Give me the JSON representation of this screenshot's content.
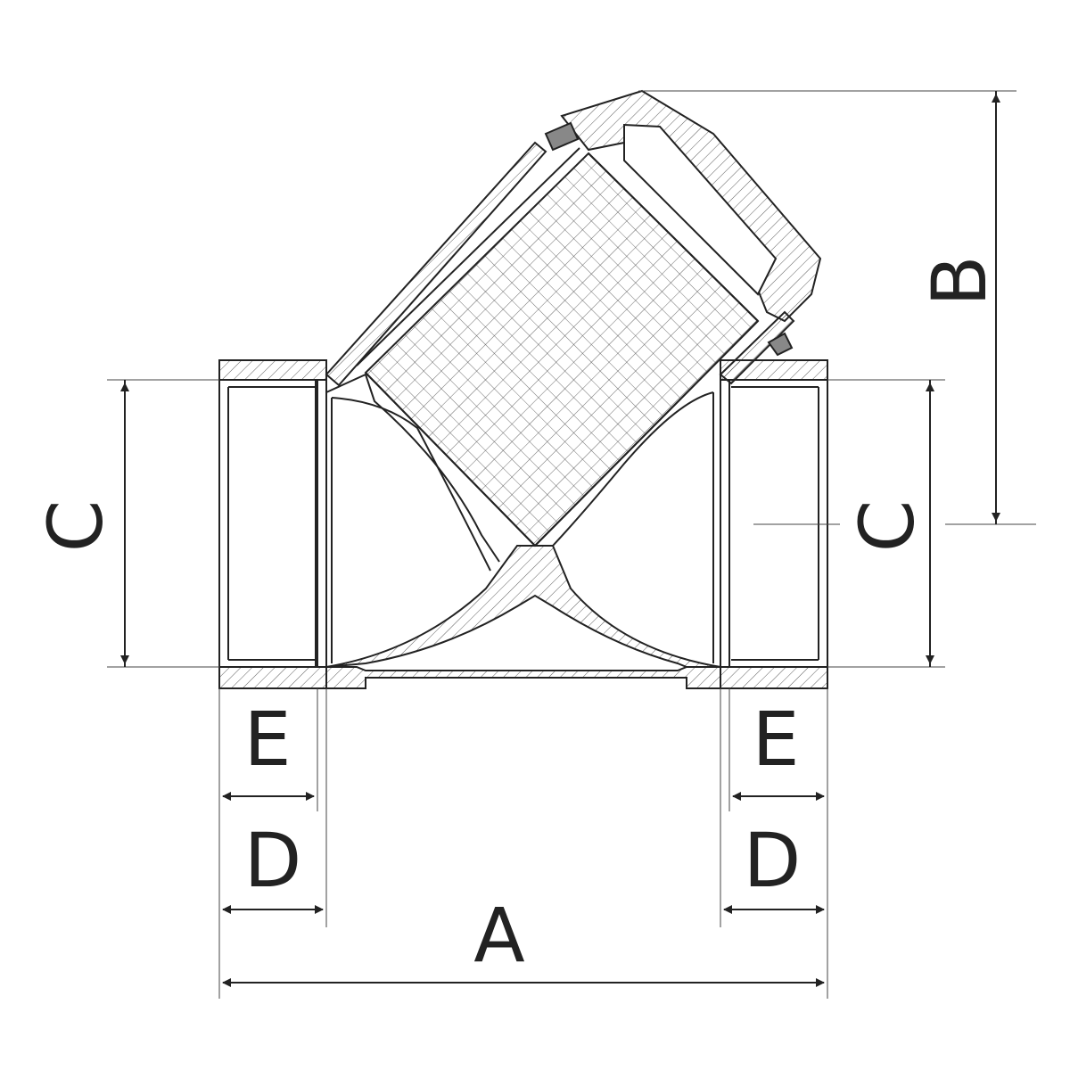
{
  "diagram": {
    "labels": {
      "a": "A",
      "b": "B",
      "c_left": "C",
      "c_right": "C",
      "d_left": "D",
      "d_right": "D",
      "e_left": "E",
      "e_right": "E"
    },
    "colors": {
      "stroke": "#222222",
      "background": "#ffffff"
    }
  }
}
